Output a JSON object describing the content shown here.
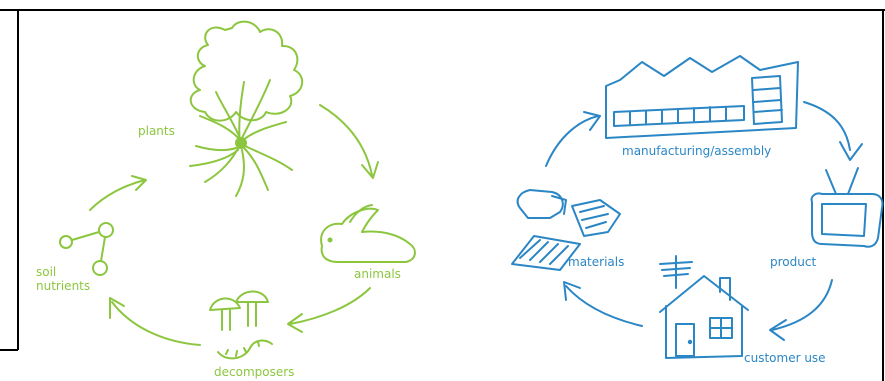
{
  "colors": {
    "natural": "#8cc63f",
    "industrial": "#2b86c5",
    "frame": "#000000"
  },
  "natural_cycle": {
    "plants": "plants",
    "animals": "animals",
    "decomposers": "decomposers",
    "soil_nutrients_line1": "soil",
    "soil_nutrients_line2": "nutrients"
  },
  "industrial_cycle": {
    "manufacturing": "manufacturing/assembly",
    "product": "product",
    "customer_use": "customer use",
    "materials": "materials"
  },
  "icons": [
    "tree-icon",
    "rabbit-icon",
    "mushroom-icon",
    "worm-icon",
    "molecule-icon",
    "factory-icon",
    "tv-icon",
    "house-icon",
    "raw-materials-icon"
  ]
}
